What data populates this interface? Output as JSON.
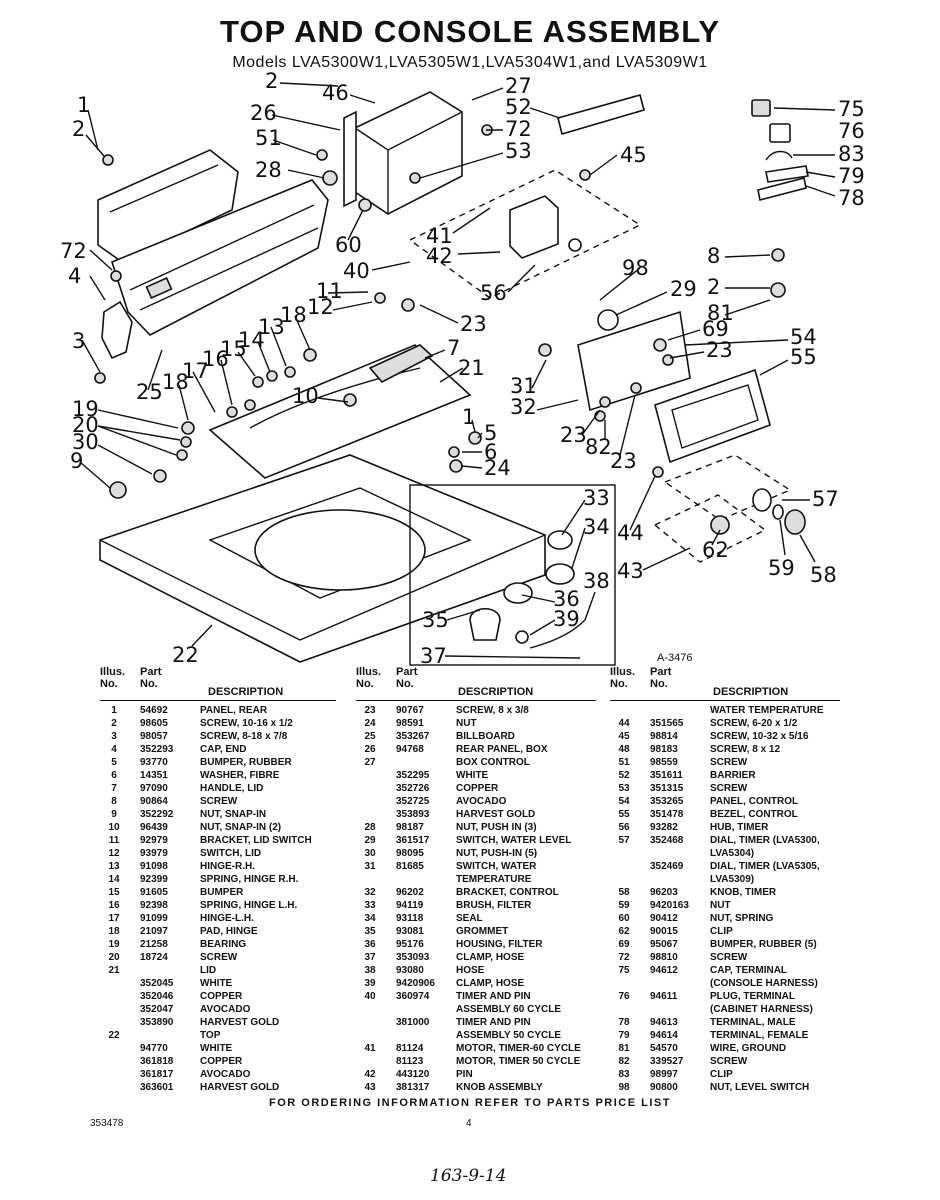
{
  "header": {
    "title": "TOP AND CONSOLE ASSEMBLY",
    "subtitle": "Models LVA5300W1,LVA5305W1,LVA5304W1,and LVA5309W1"
  },
  "diagram": {
    "drawing_id": "A-3476",
    "callouts": [
      "2",
      "46",
      "27",
      "1",
      "26",
      "52",
      "2",
      "72",
      "75",
      "76",
      "51",
      "53",
      "45",
      "83",
      "28",
      "79",
      "78",
      "60",
      "41",
      "42",
      "72",
      "8",
      "4",
      "40",
      "98",
      "2",
      "56",
      "29",
      "81",
      "11",
      "12",
      "18",
      "23",
      "13",
      "54",
      "3",
      "14",
      "15",
      "7",
      "69",
      "23",
      "55",
      "16",
      "17",
      "21",
      "25",
      "18",
      "31",
      "32",
      "10",
      "19",
      "1",
      "5",
      "20",
      "6",
      "24",
      "23",
      "82",
      "23",
      "30",
      "9",
      "33",
      "57",
      "34",
      "44",
      "62",
      "59",
      "58",
      "43",
      "38",
      "36",
      "35",
      "39",
      "22",
      "37"
    ]
  },
  "table": {
    "headers": {
      "illus_top": "Illus.",
      "illus_bottom": "No.",
      "part_top": "Part",
      "part_bottom": "No.",
      "desc": "DESCRIPTION"
    },
    "columns": [
      [
        [
          "1",
          "54692",
          "PANEL, REAR"
        ],
        [
          "2",
          "98605",
          "SCREW, 10-16 x 1/2"
        ],
        [
          "3",
          "98057",
          "SCREW, 8-18 x 7/8"
        ],
        [
          "4",
          "352293",
          "CAP, END"
        ],
        [
          "5",
          "93770",
          "BUMPER, RUBBER"
        ],
        [
          "6",
          "14351",
          "WASHER, FIBRE"
        ],
        [
          "7",
          "97090",
          "HANDLE, LID"
        ],
        [
          "8",
          "90864",
          "SCREW"
        ],
        [
          "9",
          "352292",
          "NUT, SNAP-IN"
        ],
        [
          "10",
          "96439",
          "NUT, SNAP-IN (2)"
        ],
        [
          "11",
          "92979",
          "BRACKET, LID SWITCH"
        ],
        [
          "12",
          "93979",
          "SWITCH, LID"
        ],
        [
          "13",
          "91098",
          "HINGE-R.H."
        ],
        [
          "14",
          "92399",
          "SPRING, HINGE R.H."
        ],
        [
          "15",
          "91605",
          "BUMPER"
        ],
        [
          "16",
          "92398",
          "SPRING, HINGE L.H."
        ],
        [
          "17",
          "91099",
          "HINGE-L.H."
        ],
        [
          "18",
          "21097",
          "PAD, HINGE"
        ],
        [
          "19",
          "21258",
          "BEARING"
        ],
        [
          "20",
          "18724",
          "SCREW"
        ],
        [
          "21",
          "",
          "LID"
        ],
        [
          "",
          "352045",
          "WHITE"
        ],
        [
          "",
          "352046",
          "COPPER"
        ],
        [
          "",
          "352047",
          "AVOCADO"
        ],
        [
          "",
          "353890",
          "HARVEST GOLD"
        ],
        [
          "22",
          "",
          "TOP"
        ],
        [
          "",
          "94770",
          "WHITE"
        ],
        [
          "",
          "361818",
          "COPPER"
        ],
        [
          "",
          "361817",
          "AVOCADO"
        ],
        [
          "",
          "363601",
          "HARVEST GOLD"
        ]
      ],
      [
        [
          "23",
          "90767",
          "SCREW, 8 x 3/8"
        ],
        [
          "24",
          "98591",
          "NUT"
        ],
        [
          "25",
          "353267",
          "BILLBOARD"
        ],
        [
          "26",
          "94768",
          "REAR PANEL, BOX"
        ],
        [
          "27",
          "",
          "BOX CONTROL"
        ],
        [
          "",
          "352295",
          "WHITE"
        ],
        [
          "",
          "352726",
          "COPPER"
        ],
        [
          "",
          "352725",
          "AVOCADO"
        ],
        [
          "",
          "353893",
          "HARVEST GOLD"
        ],
        [
          "28",
          "98187",
          "NUT, PUSH IN (3)"
        ],
        [
          "29",
          "361517",
          "SWITCH, WATER LEVEL"
        ],
        [
          "30",
          "98095",
          "NUT, PUSH-IN (5)"
        ],
        [
          "31",
          "81685",
          "SWITCH, WATER"
        ],
        [
          "",
          "",
          "TEMPERATURE"
        ],
        [
          "32",
          "96202",
          "BRACKET, CONTROL"
        ],
        [
          "33",
          "94119",
          "BRUSH, FILTER"
        ],
        [
          "34",
          "93118",
          "SEAL"
        ],
        [
          "35",
          "93081",
          "GROMMET"
        ],
        [
          "36",
          "95176",
          "HOUSING, FILTER"
        ],
        [
          "37",
          "353093",
          "CLAMP, HOSE"
        ],
        [
          "38",
          "93080",
          "HOSE"
        ],
        [
          "39",
          "9420906",
          "CLAMP, HOSE"
        ],
        [
          "40",
          "360974",
          "TIMER AND PIN"
        ],
        [
          "",
          "",
          "ASSEMBLY 60 CYCLE"
        ],
        [
          "",
          "381000",
          "TIMER AND PIN"
        ],
        [
          "",
          "",
          "ASSEMBLY 50 CYCLE"
        ],
        [
          "41",
          "81124",
          "MOTOR, TIMER-60 CYCLE"
        ],
        [
          "",
          "81123",
          "MOTOR, TIMER 50 CYCLE"
        ],
        [
          "42",
          "443120",
          "PIN"
        ],
        [
          "43",
          "381317",
          "KNOB ASSEMBLY"
        ]
      ],
      [
        [
          "",
          "",
          "WATER TEMPERATURE"
        ],
        [
          "44",
          "351565",
          "SCREW, 6-20 x 1/2"
        ],
        [
          "45",
          "98814",
          "SCREW, 10-32 x 5/16"
        ],
        [
          "48",
          "98183",
          "SCREW, 8 x 12"
        ],
        [
          "51",
          "98559",
          "SCREW"
        ],
        [
          "52",
          "351611",
          "BARRIER"
        ],
        [
          "53",
          "351315",
          "SCREW"
        ],
        [
          "54",
          "353265",
          "PANEL, CONTROL"
        ],
        [
          "55",
          "351478",
          "BEZEL, CONTROL"
        ],
        [
          "56",
          "93282",
          "HUB, TIMER"
        ],
        [
          "57",
          "352468",
          "DIAL, TIMER (LVA5300,"
        ],
        [
          "",
          "",
          "LVA5304)"
        ],
        [
          "",
          "352469",
          "DIAL, TIMER (LVA5305,"
        ],
        [
          "",
          "",
          "LVA5309)"
        ],
        [
          "58",
          "96203",
          "KNOB, TIMER"
        ],
        [
          "59",
          "9420163",
          "NUT"
        ],
        [
          "60",
          "90412",
          "NUT, SPRING"
        ],
        [
          "62",
          "90015",
          "CLIP"
        ],
        [
          "69",
          "95067",
          "BUMPER, RUBBER (5)"
        ],
        [
          "72",
          "98810",
          "SCREW"
        ],
        [
          "75",
          "94612",
          "CAP, TERMINAL"
        ],
        [
          "",
          "",
          "(CONSOLE HARNESS)"
        ],
        [
          "76",
          "94611",
          "PLUG, TERMINAL"
        ],
        [
          "",
          "",
          "(CABINET HARNESS)"
        ],
        [
          "78",
          "94613",
          "TERMINAL, MALE"
        ],
        [
          "79",
          "94614",
          "TERMINAL, FEMALE"
        ],
        [
          "81",
          "54570",
          "WIRE, GROUND"
        ],
        [
          "82",
          "339527",
          "SCREW"
        ],
        [
          "83",
          "98997",
          "CLIP"
        ],
        [
          "98",
          "90800",
          "NUT, LEVEL SWITCH"
        ]
      ]
    ]
  },
  "footer": {
    "order_note": "FOR ORDERING INFORMATION REFER TO PARTS PRICE LIST",
    "doc_number": "353478",
    "page_number": "4",
    "handwritten": "163-9-14"
  }
}
